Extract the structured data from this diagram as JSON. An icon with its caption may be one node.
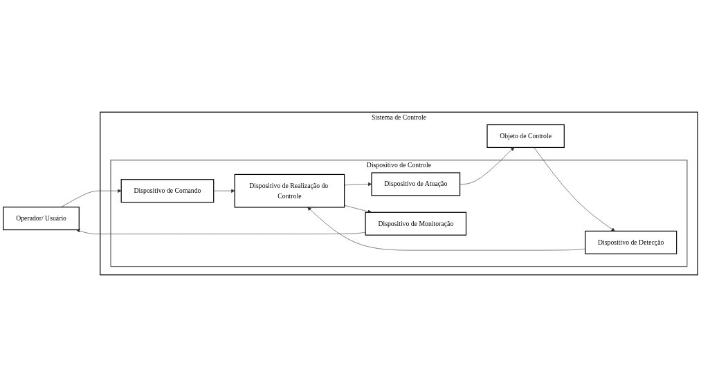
{
  "diagram": {
    "nodes": [
      {
        "text": [
          "Operador/ Usuário"
        ]
      },
      {
        "text": [
          "Sistema de Controle"
        ]
      },
      {
        "text": [
          "Dispositivo de Controle"
        ],
        "in": 1
      },
      {
        "text": [
          "Dispositivo de Comando"
        ],
        "in": 2
      },
      {
        "text": [
          "Dispositivo de Realização do Controle"
        ],
        "in": 2
      },
      {
        "text": [
          "Dispositivo de Atuação"
        ],
        "in": 2
      },
      {
        "text": [
          "Objeto de Controle"
        ],
        "in": 1
      },
      {
        "text": [
          "Dispositivo de Monitoração"
        ],
        "in": 2
      },
      {
        "text": [
          "Dispositivo de Detecção"
        ],
        "in": 2
      }
    ],
    "edges": [
      {
        "from": 0,
        "to": 3,
        "arrow": "to"
      },
      {
        "from": 3,
        "to": 4,
        "arrow": "to"
      },
      {
        "from": 4,
        "to": 5,
        "arrow": "to"
      },
      {
        "from": 5,
        "to": 6,
        "arrow": "to"
      },
      {
        "from": 6,
        "to": 8,
        "arrow": "to"
      },
      {
        "from": 8,
        "to": 4,
        "arrow": "to"
      },
      {
        "from": 4,
        "to": 7,
        "arrow": "to"
      },
      {
        "from": 7,
        "to": 0,
        "arrow": "to"
      }
    ]
  }
}
